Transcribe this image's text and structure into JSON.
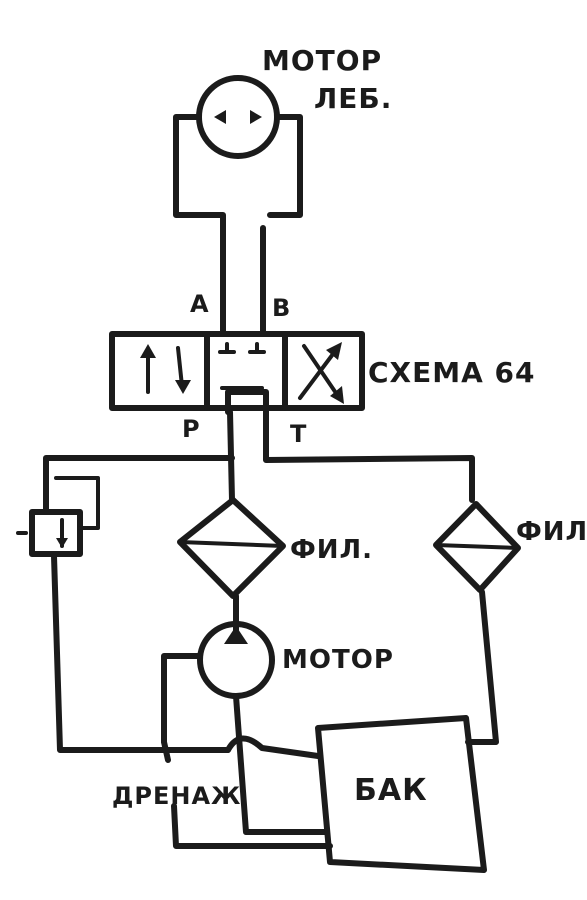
{
  "labels": {
    "winch_motor_line1": "МОТОР",
    "winch_motor_line2": "ЛЕБ.",
    "port_a": "A",
    "port_b": "B",
    "port_p": "P",
    "port_t": "T",
    "valve_scheme": "СХЕМА 64",
    "filter_pressure": "ФИЛ.",
    "filter_return": "ФИЛ",
    "pump_motor": "МОТОР",
    "drain": "ДРЕНАЖ",
    "tank": "БАК"
  },
  "colors": {
    "ink": "#1b1b1b",
    "paper": "#ffffff"
  }
}
